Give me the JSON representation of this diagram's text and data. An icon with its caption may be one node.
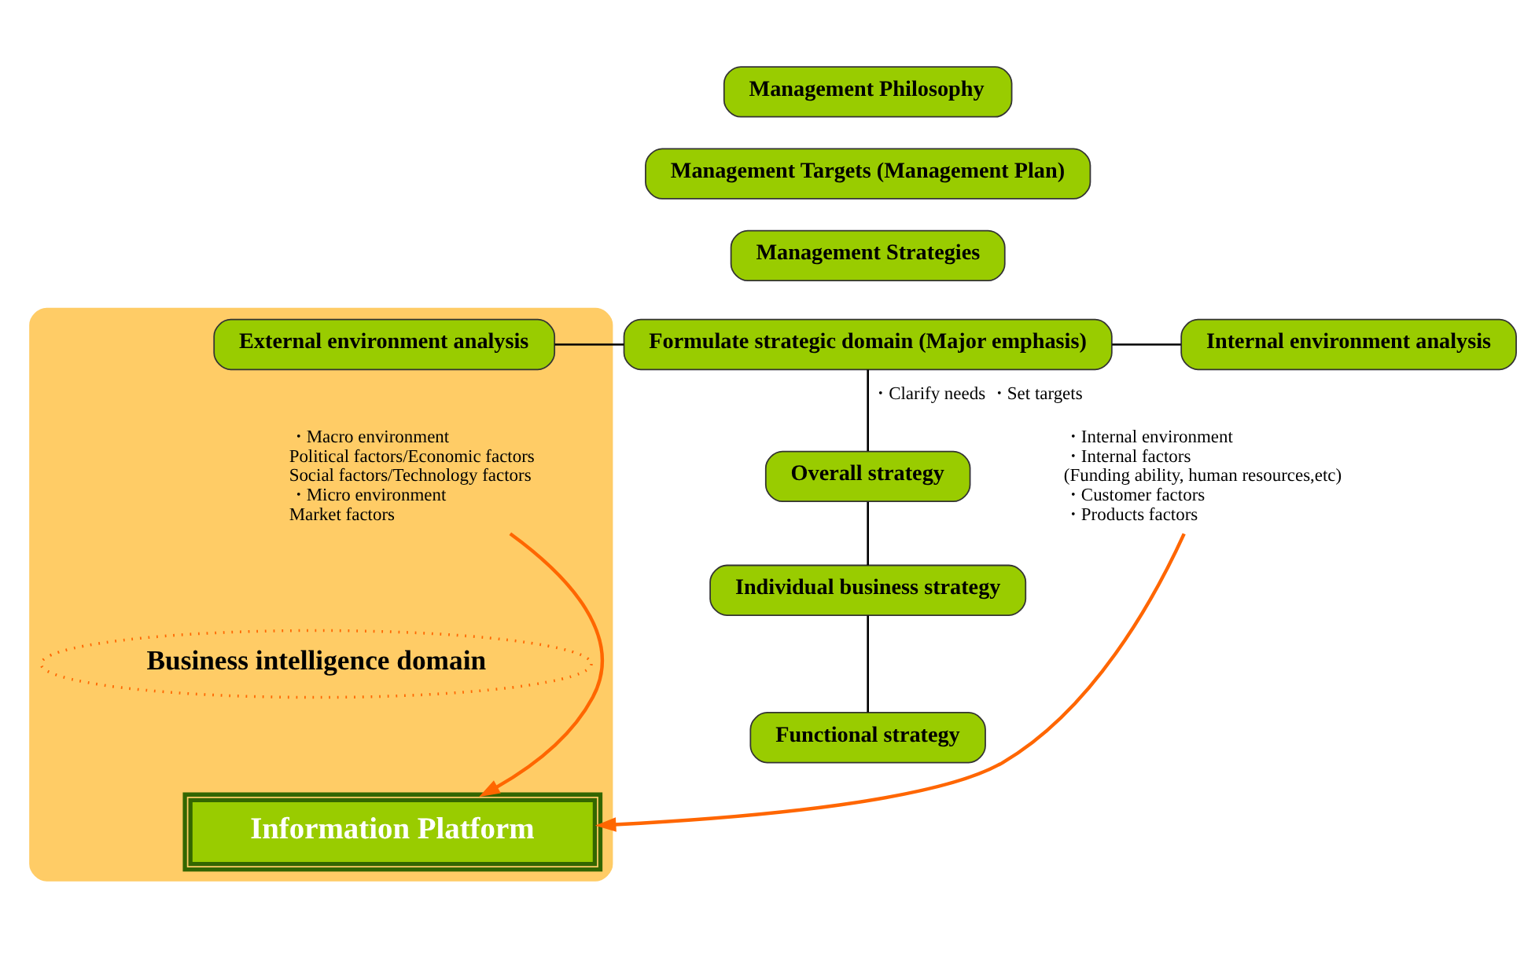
{
  "diagram": {
    "nodes": [
      {
        "text": [],
        "shape": "box"
      },
      {
        "text": [
          "Management Philosophy"
        ]
      },
      {
        "text": [
          "Management Targets (Management Plan)"
        ]
      },
      {
        "text": [
          "Management Strategies"
        ]
      },
      {
        "text": [
          "External environment analysis"
        ],
        "in": 0
      },
      {
        "text": [
          "Formulate strategic domain (Major emphasis)"
        ]
      },
      {
        "text": [
          "Internal environment analysis"
        ]
      },
      {
        "text": [
          "Overall strategy"
        ]
      },
      {
        "text": [
          "Individual business strategy"
        ]
      },
      {
        "text": [
          "Functional strategy"
        ]
      },
      {
        "text": [
          "Business intelligence domain"
        ],
        "in": 0
      },
      {
        "text": [
          "Information Platform"
        ],
        "in": 0
      },
      {
        "text": [
          "・Macro environment",
          "Political factors/Economic factors",
          "Social factors/Technology factors",
          "・Micro environment",
          "Market factors"
        ],
        "in": 0
      },
      {
        "text": [
          "・Internal environment",
          "・Internal factors",
          "(Funding ability, human resources,etc)",
          "・Customer factors",
          "・Products factors"
        ]
      }
    ],
    "edges": [
      {
        "from": 4,
        "to": 5,
        "arrow": "none"
      },
      {
        "from": 5,
        "to": 6,
        "arrow": "none"
      },
      {
        "from": 5,
        "to": 7,
        "arrow": "none",
        "label": "・Clarify needs ・Set targets"
      },
      {
        "from": 7,
        "to": 8,
        "arrow": "none"
      },
      {
        "from": 8,
        "to": 9,
        "arrow": "none"
      },
      {
        "from": 12,
        "to": 11,
        "arrow": "to",
        "color": "#ff6600"
      },
      {
        "from": 13,
        "to": 11,
        "arrow": "to",
        "color": "#ff6600"
      }
    ]
  }
}
